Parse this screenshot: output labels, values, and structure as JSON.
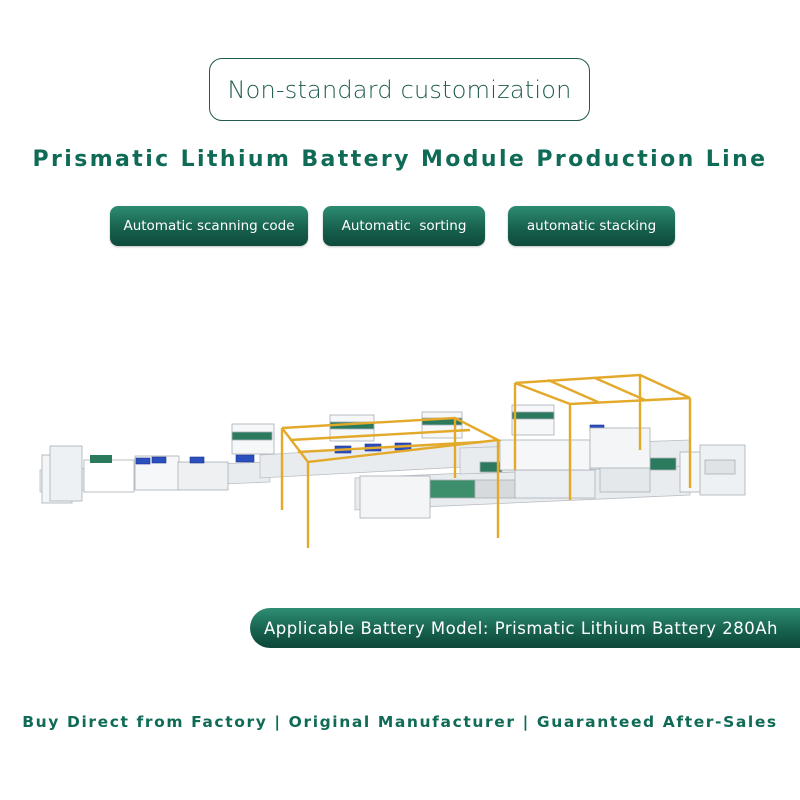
{
  "header": {
    "badge_text": "Non-standard customization",
    "title": "Prismatic Lithium Battery Module Production Line"
  },
  "features": [
    {
      "label": "Automatic scanning code"
    },
    {
      "label": "Automatic  sorting"
    },
    {
      "label": "automatic stacking"
    }
  ],
  "product_image": {
    "icon": "production-line-illustration",
    "frame_color": "#e3a92a",
    "panel_color": "#2c7a5e",
    "battery_color": "#2b4fbf"
  },
  "banner": {
    "text": "Applicable Battery Model: Prismatic Lithium Battery 280Ah"
  },
  "footer": {
    "text": "Buy Direct from Factory | Original Manufacturer | Guaranteed After-Sales"
  },
  "colors": {
    "brand_green": "#0f6a56",
    "pill_green": "#17624f"
  }
}
